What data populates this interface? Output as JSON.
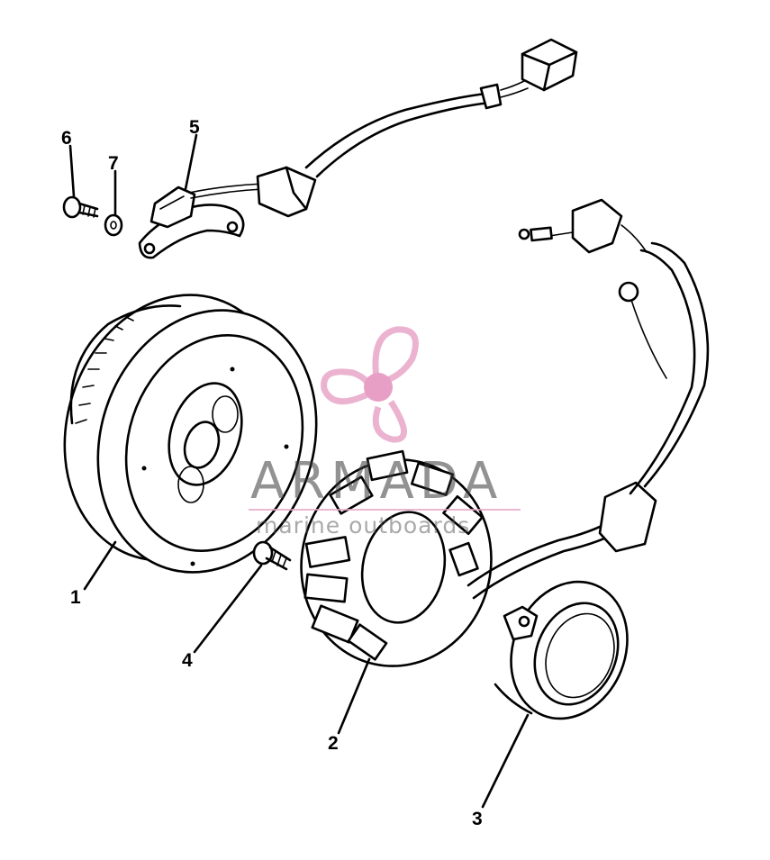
{
  "diagram": {
    "callouts": [
      {
        "id": "1",
        "label": "1"
      },
      {
        "id": "2",
        "label": "2"
      },
      {
        "id": "3",
        "label": "3"
      },
      {
        "id": "4",
        "label": "4"
      },
      {
        "id": "5",
        "label": "5"
      },
      {
        "id": "6",
        "label": "6"
      },
      {
        "id": "7",
        "label": "7"
      }
    ],
    "parts": [
      "flywheel-rotor",
      "stator-assembly",
      "stator-base",
      "stator-bolt",
      "pulser-coil",
      "screw",
      "washer"
    ]
  },
  "watermark": {
    "name": "ARMADA",
    "tagline": "marine outboards",
    "logo_color": "#e8a6c8",
    "logo_accent": "#e48fbb"
  }
}
